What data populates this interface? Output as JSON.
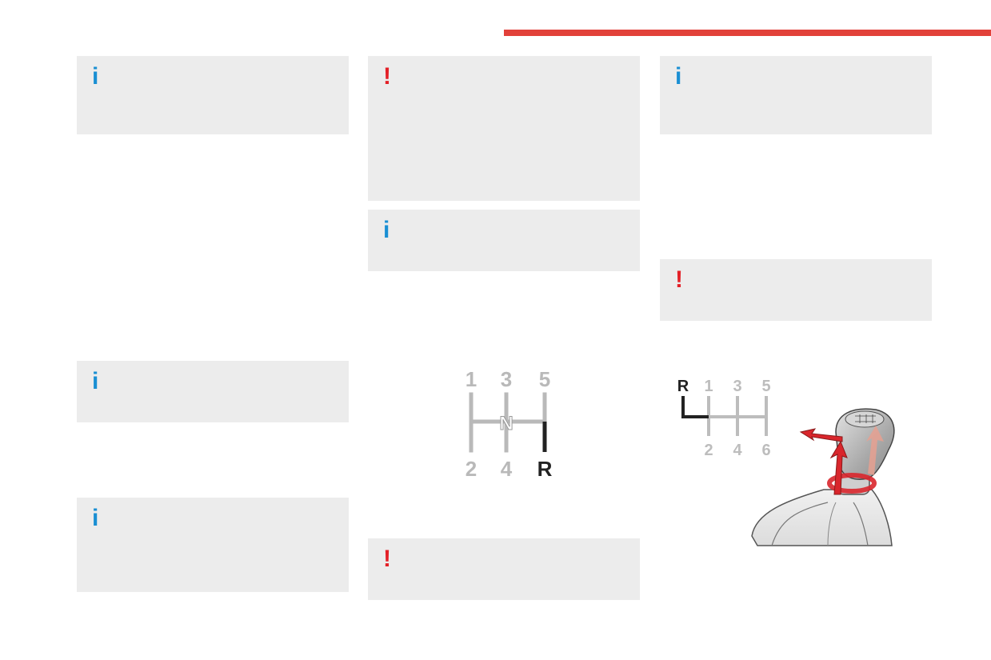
{
  "colors": {
    "accent": "#e2413a",
    "info": "#1a8fd3",
    "warning": "#e32027",
    "note_bg": "#ececec"
  },
  "notes": [
    {
      "id": "info-1",
      "type": "info",
      "icon_name": "info-icon",
      "glyph": "i"
    },
    {
      "id": "info-2",
      "type": "info",
      "icon_name": "info-icon",
      "glyph": "i"
    },
    {
      "id": "info-3",
      "type": "info",
      "icon_name": "info-icon",
      "glyph": "i"
    },
    {
      "id": "warn-1",
      "type": "warning",
      "icon_name": "warning-icon",
      "glyph": "!"
    },
    {
      "id": "info-4",
      "type": "info",
      "icon_name": "info-icon",
      "glyph": "i"
    },
    {
      "id": "warn-2",
      "type": "warning",
      "icon_name": "warning-icon",
      "glyph": "!"
    },
    {
      "id": "info-5",
      "type": "info",
      "icon_name": "info-icon",
      "glyph": "i"
    },
    {
      "id": "warn-3",
      "type": "warning",
      "icon_name": "warning-icon",
      "glyph": "!"
    }
  ],
  "gearbox5": {
    "top": [
      "1",
      "3",
      "5"
    ],
    "bottom": [
      "2",
      "4",
      "R"
    ],
    "neutral": "N"
  },
  "gearbox6": {
    "reverse": "R",
    "top": [
      "1",
      "3",
      "5"
    ],
    "bottom": [
      "2",
      "4",
      "6"
    ]
  }
}
